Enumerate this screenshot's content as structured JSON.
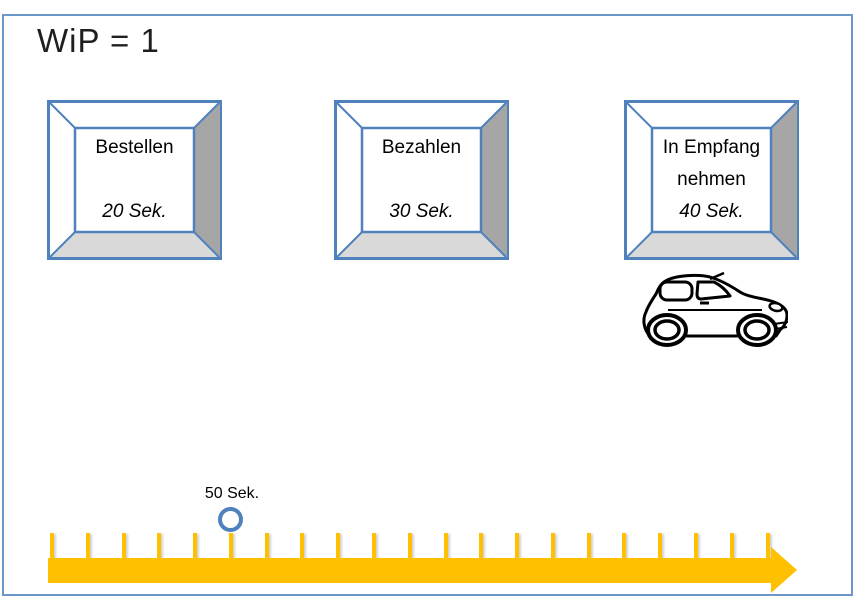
{
  "slide": {
    "title": "WiP = 1"
  },
  "stations": [
    {
      "line1": "Bestellen",
      "line2": "",
      "time": "20 Sek."
    },
    {
      "line1": "Bezahlen",
      "line2": "",
      "time": "30 Sek."
    },
    {
      "line1": "In Empfang",
      "line2": "nehmen",
      "time": "40 Sek."
    }
  ],
  "timeline": {
    "marker_label": "50 Sek.",
    "tick_count": 21,
    "marker_tick_index": 5
  },
  "icons": {
    "car": "car-icon"
  },
  "colors": {
    "accent_blue": "#4F81BD",
    "frame_blue": "#6D96C9",
    "arrow_yellow": "#FFC000",
    "bevel_side_gray": "#A6A6A6",
    "bevel_bottom_gray": "#D9D9D9"
  }
}
